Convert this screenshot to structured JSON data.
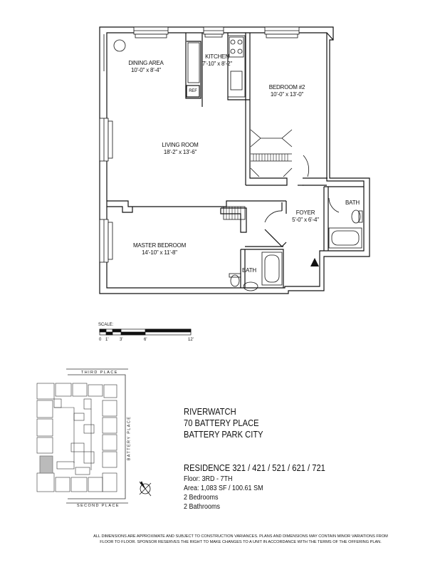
{
  "rooms": {
    "dining": {
      "name": "DINING AREA",
      "dims": "10'-0\" x 8'-4\""
    },
    "kitchen": {
      "name": "KITCHEN",
      "dims": "7'-10\" x 8'-2\""
    },
    "bedroom2": {
      "name": "BEDROOM #2",
      "dims": "10'-0\" x 13'-0\""
    },
    "living": {
      "name": "LIVING ROOM",
      "dims": "18'-2\" x 13'-6\""
    },
    "bath1": {
      "name": "BATH"
    },
    "foyer": {
      "name": "FOYER",
      "dims": "5'-0\" x 6'-4\""
    },
    "master": {
      "name": "MASTER BEDROOM",
      "dims": "14'-10\" x 11'-8\""
    },
    "bath2": {
      "name": "BATH"
    },
    "ref": "REF"
  },
  "scale": {
    "title": "SCALE:",
    "ticks": [
      "0",
      "1'",
      "3'",
      "6'",
      "12'"
    ]
  },
  "keyplan": {
    "street_top": "THIRD PLACE",
    "street_right": "BATTERY PLACE",
    "street_bottom": "SECOND PLACE"
  },
  "building": {
    "line1": "RIVERWATCH",
    "line2": "70 BATTERY PLACE",
    "line3": "BATTERY PARK CITY"
  },
  "residence": {
    "title": "RESIDENCE 321 / 421 / 521 / 621 / 721",
    "floor": "Floor:  3RD - 7TH",
    "area": "Area: 1,083 SF / 100.61 SM",
    "bedrooms": "2 Bedrooms",
    "bathrooms": "2 Bathrooms"
  },
  "disclaimer": {
    "line1": "ALL DIMENSIONS ARE APPROXIMATE AND SUBJECT TO CONSTRUCTION VARIANCES.  PLANS AND DIMENSIONS MAY CONTAIN MINOR VARIATIONS FROM",
    "line2": "FLOOR TO FLOOR.  SPONSOR RESERVES THE RIGHT TO MAKE CHANGES TO A UNIT IN ACCORDANCE  WITH THE TERMS OF THE OFFERING PLAN."
  }
}
